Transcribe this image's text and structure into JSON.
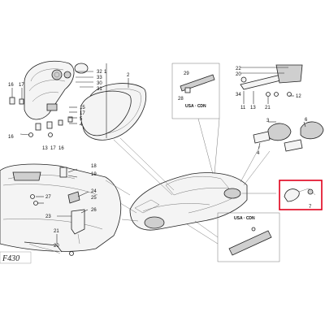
{
  "callouts": {
    "c1": "1",
    "c2": "2",
    "c3": "3",
    "c4": "4",
    "c5": "5",
    "c6": "6",
    "c7": "7",
    "c11": "11",
    "c12": "12",
    "c13": "13",
    "c15": "15",
    "c16": "16",
    "c17": "17",
    "c18": "18",
    "c19": "19",
    "c20": "20",
    "c21": "21",
    "c22": "22",
    "c23": "23",
    "c24": "24",
    "c25": "25",
    "c26": "26",
    "c27": "27",
    "c28": "28",
    "c29": "29",
    "c30": "30",
    "c31": "31",
    "c32": "32",
    "c33": "33",
    "c34": "34"
  },
  "region_labels": {
    "usa_cdn_top": "USA · CDN",
    "usa_cdn_bottom": "USA · CDN"
  },
  "brand": "F430",
  "highlight": {
    "color": "#e0001b"
  }
}
